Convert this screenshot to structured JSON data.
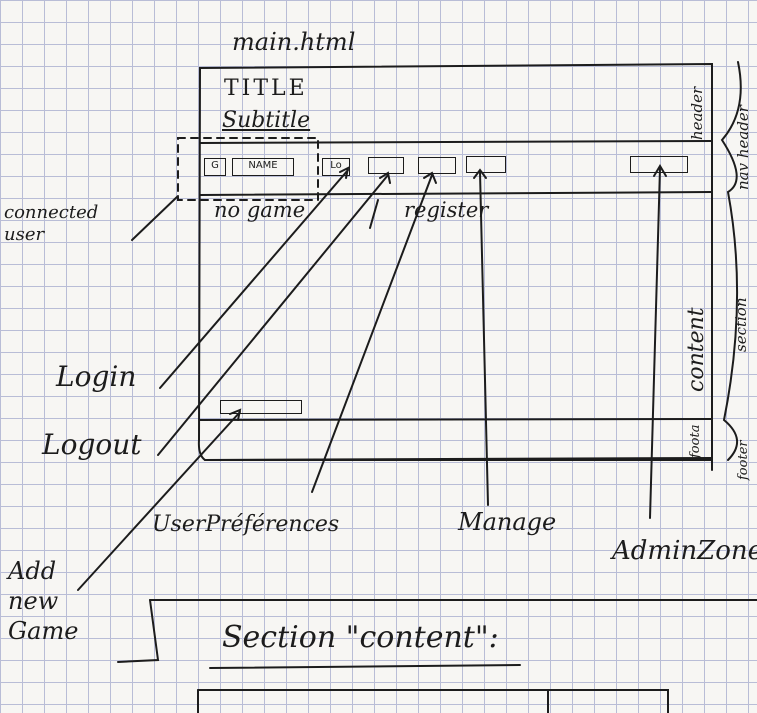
{
  "filename": "main.html",
  "mockup": {
    "title": "TITLE",
    "subtitle": "Subtitle",
    "nav": {
      "avatar": "G",
      "name": "NAME",
      "login": "Lo"
    },
    "content_text": "no game",
    "register_text": "register"
  },
  "side_labels": {
    "header": "header",
    "nav_header": "nav header",
    "content": "content",
    "section": "section",
    "footer": "footer",
    "foota": "foota"
  },
  "callouts": {
    "connected_user": "connected\nuser",
    "login": "Login",
    "logout": "Logout",
    "user_preferences": "UserPréférences",
    "manage": "Manage",
    "admin_zone": "AdminZone",
    "add_new_game": "Add\nnew\nGame"
  },
  "section_heading": "Section \"content\":",
  "table_partial": {
    "left": "",
    "right": ""
  }
}
